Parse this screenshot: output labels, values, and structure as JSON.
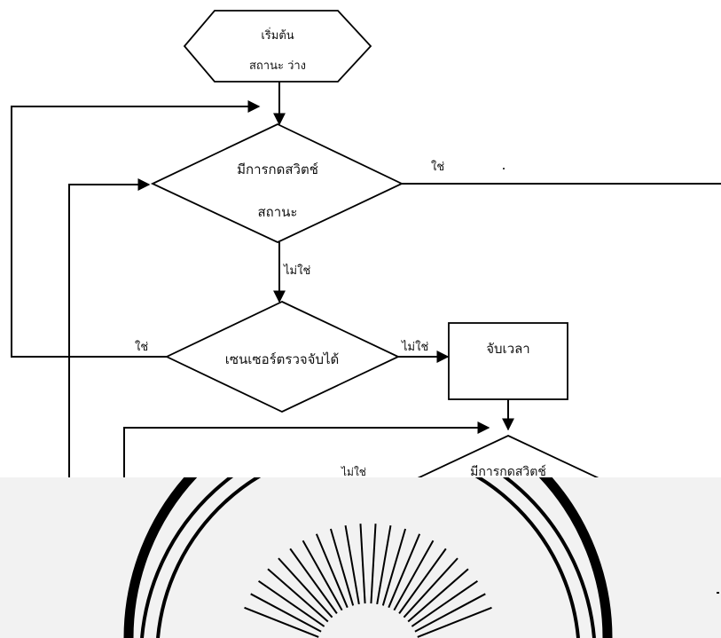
{
  "flowchart": {
    "start_line1": "เริ่มต้น",
    "start_line2": "สถานะ ว่าง",
    "decision1_line1": "มีการกดสวิตช์",
    "decision1_line2": "สถานะ",
    "decision1_yes": "ใช่",
    "decision1_no": "ไม่ใช่",
    "decision2_text": "เซนเซอร์ตรวจจับได้",
    "decision2_yes": "ใช่",
    "decision2_no": "ไม่ใช่",
    "process_timer": "จับเวลา",
    "decision3_partial": "มีการกดสวิตช์",
    "decision3_no": "ไม่ใช่"
  },
  "colors": {
    "line": "#000000",
    "background": "#ffffff",
    "lower_panel": "#f2f2f2"
  },
  "icons": {
    "emblem": "sunburst-seal-emblem"
  }
}
